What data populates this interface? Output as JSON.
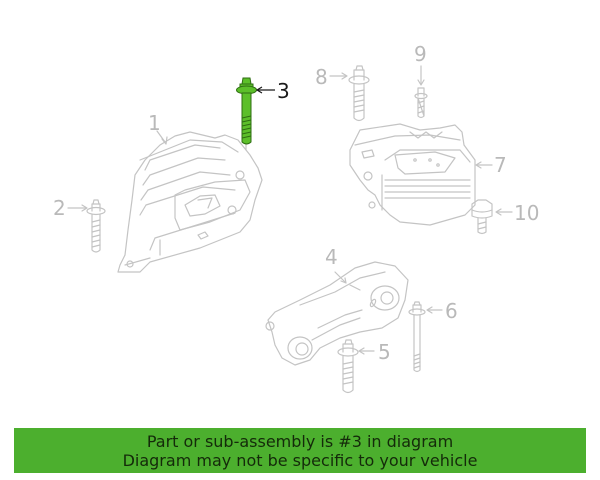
{
  "diagram": {
    "highlighted_part": "3",
    "highlight_color": "#5cbf2a",
    "line_color": "#c4c4c4",
    "callouts": [
      {
        "number": "1",
        "part": "engine-mount"
      },
      {
        "number": "2",
        "part": "bolt"
      },
      {
        "number": "3",
        "part": "bolt",
        "highlighted": true
      },
      {
        "number": "4",
        "part": "torque-rod-mount"
      },
      {
        "number": "5",
        "part": "bolt"
      },
      {
        "number": "6",
        "part": "bolt"
      },
      {
        "number": "7",
        "part": "transmission-mount"
      },
      {
        "number": "8",
        "part": "bolt"
      },
      {
        "number": "9",
        "part": "stud"
      },
      {
        "number": "10",
        "part": "bolt"
      }
    ]
  },
  "banner": {
    "line1": "Part or sub-assembly is #3 in diagram",
    "line2": "Diagram may not be specific to your vehicle",
    "background": "#4caf2e"
  }
}
